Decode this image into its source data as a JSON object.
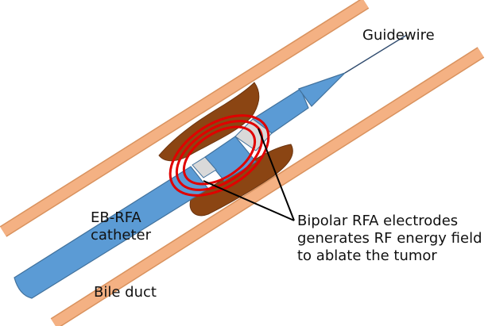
{
  "labels": {
    "guidewire": "Guidewire",
    "catheter_line1": "EB-RFA",
    "catheter_line2": "catheter",
    "bile_duct": "Bile duct",
    "electrodes_line1": "Bipolar RFA electrodes",
    "electrodes_line2": "generates RF energy field",
    "electrodes_line3": "to ablate the tumor"
  },
  "colors": {
    "duct_wall": "#F4B183",
    "duct_wall_edge": "#D9925E",
    "catheter": "#5B9BD5",
    "catheter_edge": "#41719C",
    "tumor": "#8B4513",
    "electrode": "#D9D9D9",
    "rf_field": "#E00000",
    "leader_line": "#000000"
  }
}
